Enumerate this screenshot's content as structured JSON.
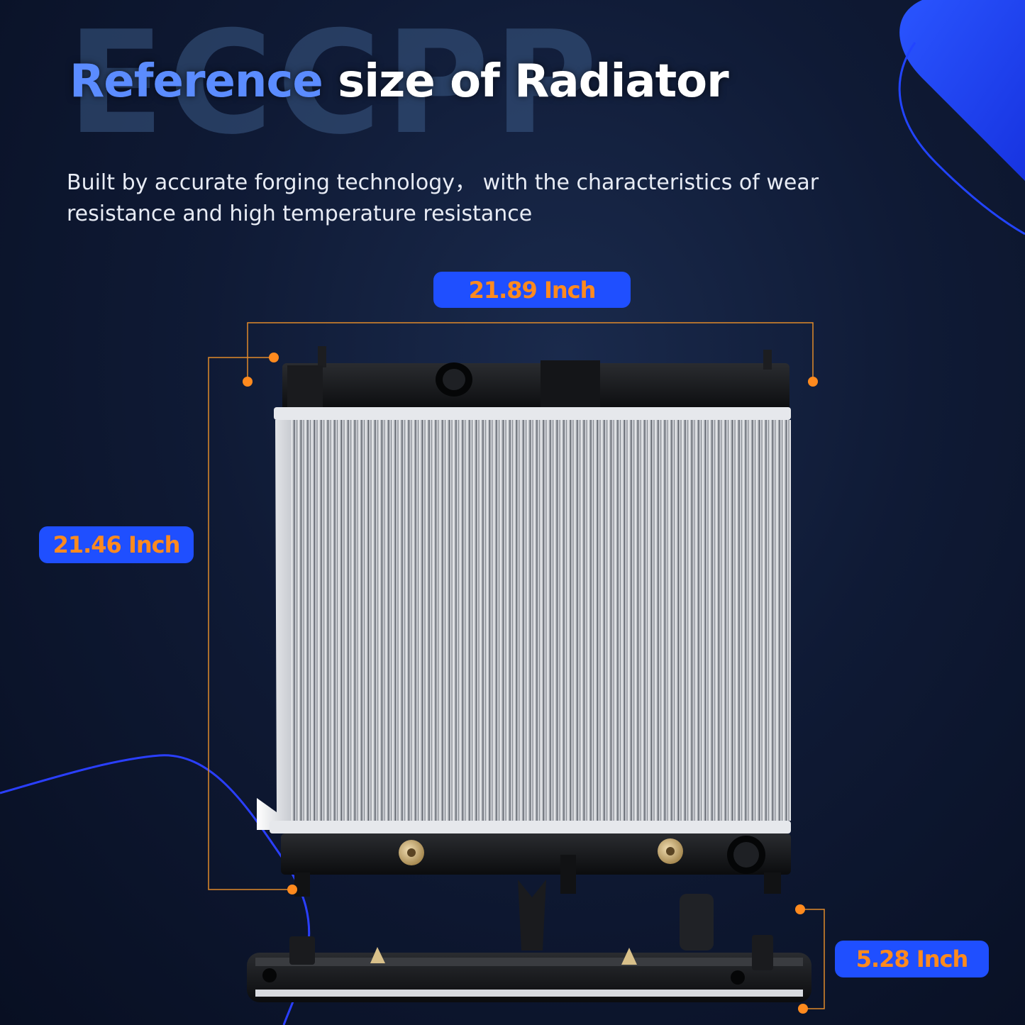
{
  "brand": {
    "watermark": "ECCPP"
  },
  "header": {
    "title_accent": "Reference",
    "title_rest": " size of Radiator",
    "subtitle": "Built by accurate forging technology，  with the characteristics of wear resistance and high temperature resistance"
  },
  "dimensions": {
    "width": "21.89 Inch",
    "height": "21.46 Inch",
    "thickness": "5.28 Inch"
  },
  "colors": {
    "accent_blue": "#1f4fff",
    "dimension_orange": "#ff8a1e",
    "background": "#0f1a35"
  }
}
